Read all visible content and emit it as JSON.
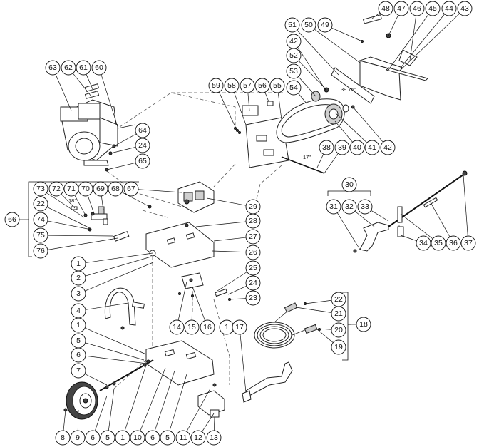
{
  "diagram": {
    "callouts": [
      {
        "label": "1"
      },
      {
        "label": "2"
      },
      {
        "label": "3"
      },
      {
        "label": "4"
      },
      {
        "label": "1"
      },
      {
        "label": "5"
      },
      {
        "label": "6"
      },
      {
        "label": "7"
      },
      {
        "label": "8"
      },
      {
        "label": "9"
      },
      {
        "label": "6"
      },
      {
        "label": "5"
      },
      {
        "label": "1"
      },
      {
        "label": "10"
      },
      {
        "label": "6"
      },
      {
        "label": "5"
      },
      {
        "label": "11"
      },
      {
        "label": "12"
      },
      {
        "label": "13"
      },
      {
        "label": "14"
      },
      {
        "label": "15"
      },
      {
        "label": "16"
      },
      {
        "label": "1"
      },
      {
        "label": "17"
      },
      {
        "label": "18"
      },
      {
        "label": "19"
      },
      {
        "label": "20"
      },
      {
        "label": "21"
      },
      {
        "label": "22"
      },
      {
        "label": "23"
      },
      {
        "label": "24"
      },
      {
        "label": "25"
      },
      {
        "label": "26"
      },
      {
        "label": "27"
      },
      {
        "label": "28"
      },
      {
        "label": "29"
      },
      {
        "label": "30"
      },
      {
        "label": "31"
      },
      {
        "label": "32"
      },
      {
        "label": "33"
      },
      {
        "label": "34"
      },
      {
        "label": "35"
      },
      {
        "label": "36"
      },
      {
        "label": "37"
      },
      {
        "label": "38"
      },
      {
        "label": "39"
      },
      {
        "label": "40"
      },
      {
        "label": "41"
      },
      {
        "label": "42"
      },
      {
        "label": "42"
      },
      {
        "label": "43"
      },
      {
        "label": "44"
      },
      {
        "label": "45"
      },
      {
        "label": "46"
      },
      {
        "label": "47"
      },
      {
        "label": "48"
      },
      {
        "label": "49"
      },
      {
        "label": "50"
      },
      {
        "label": "51"
      },
      {
        "label": "52"
      },
      {
        "label": "53"
      },
      {
        "label": "54"
      },
      {
        "label": "55"
      },
      {
        "label": "56"
      },
      {
        "label": "57"
      },
      {
        "label": "58"
      },
      {
        "label": "59"
      },
      {
        "label": "60"
      },
      {
        "label": "61"
      },
      {
        "label": "62"
      },
      {
        "label": "63"
      },
      {
        "label": "64"
      },
      {
        "label": "24"
      },
      {
        "label": "65"
      },
      {
        "label": "66"
      },
      {
        "label": "67"
      },
      {
        "label": "68"
      },
      {
        "label": "69"
      },
      {
        "label": "70"
      },
      {
        "label": "71"
      },
      {
        "label": "72"
      },
      {
        "label": "73"
      },
      {
        "label": "22"
      },
      {
        "label": "74"
      },
      {
        "label": "75"
      },
      {
        "label": "76"
      }
    ],
    "dimensions": {
      "belt_length": "39.75\"",
      "bolt_length": "17\"",
      "hose_angle": "18°"
    }
  }
}
